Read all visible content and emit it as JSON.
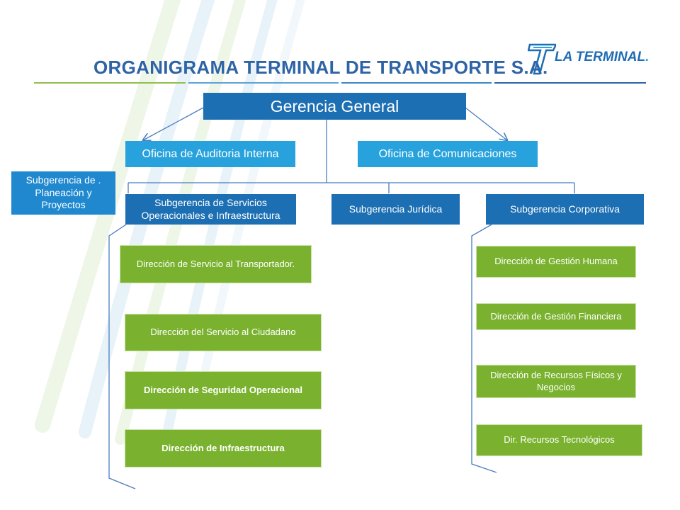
{
  "title": "ORGANIGRAMA TERMINAL DE TRANSPORTE S.A.",
  "logo": {
    "text": "LA TERMINAL",
    "dot": "."
  },
  "nodes": {
    "gerencia_general": "Gerencia General",
    "auditoria": "Oficina de Auditoria Interna",
    "comunicaciones": "Oficina de  Comunicaciones",
    "planeacion": "Subgerencia de . Planeación y Proyectos",
    "servicios": "Subgerencia de Servicios Operacionales e Infraestructura",
    "juridica": "Subgerencia Jurídica",
    "corporativa": "Subgerencia  Corporativa",
    "dir_transportador": "Dirección de Servicio al Transportador.",
    "dir_ciudadano": "Dirección del Servicio al Ciudadano",
    "dir_seguridad": "Dirección de Seguridad Operacional",
    "dir_infraestructura": "Dirección de Infraestructura",
    "dir_gestion_humana": "Dirección de Gestión Humana",
    "dir_gestion_financiera": "Dirección de Gestión Financiera",
    "dir_recursos_fisicos": "Dirección de Recursos Físicos y Negocios",
    "dir_recursos_tecnologicos": "Dir. Recursos Tecnológicos"
  },
  "colors": {
    "title": "#2e64a6",
    "dark_blue": "#1c6fb3",
    "mid_blue": "#1f88cf",
    "light_blue": "#28a2dc",
    "green": "#79b12f",
    "connector": "#4a7cc0"
  }
}
